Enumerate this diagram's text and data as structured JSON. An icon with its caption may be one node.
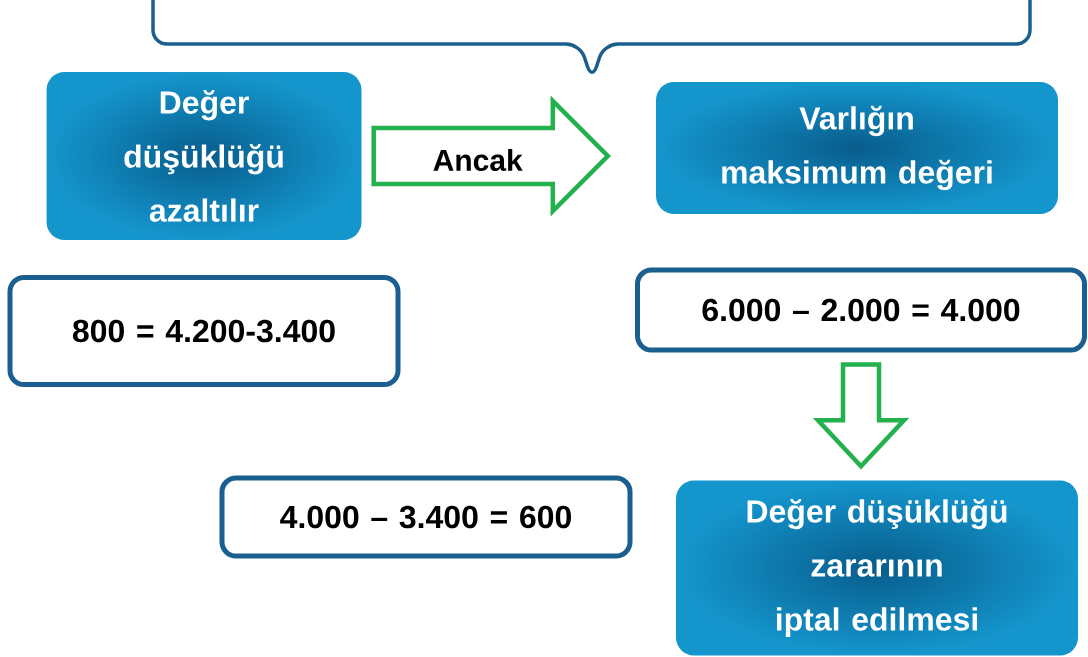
{
  "diagram": {
    "nodes": [
      {
        "text": [
          "Değer düşüklüğü azaltılır"
        ]
      },
      {
        "text": [
          "Varlığın maksimum değeri"
        ]
      },
      {
        "text": [
          "800 = 4.200-3.400"
        ]
      },
      {
        "text": [
          "6.000 – 2.000 = 4.000"
        ]
      },
      {
        "text": [
          "4.000 – 3.400 = 600"
        ]
      },
      {
        "text": [
          "Değer düşüklüğü zararının iptal edilmesi"
        ]
      }
    ],
    "edges": [
      {
        "from": 0,
        "to": 1,
        "arrow": "to",
        "label": "Ancak"
      },
      {
        "from": 3,
        "to": 5,
        "arrow": "to"
      }
    ]
  }
}
